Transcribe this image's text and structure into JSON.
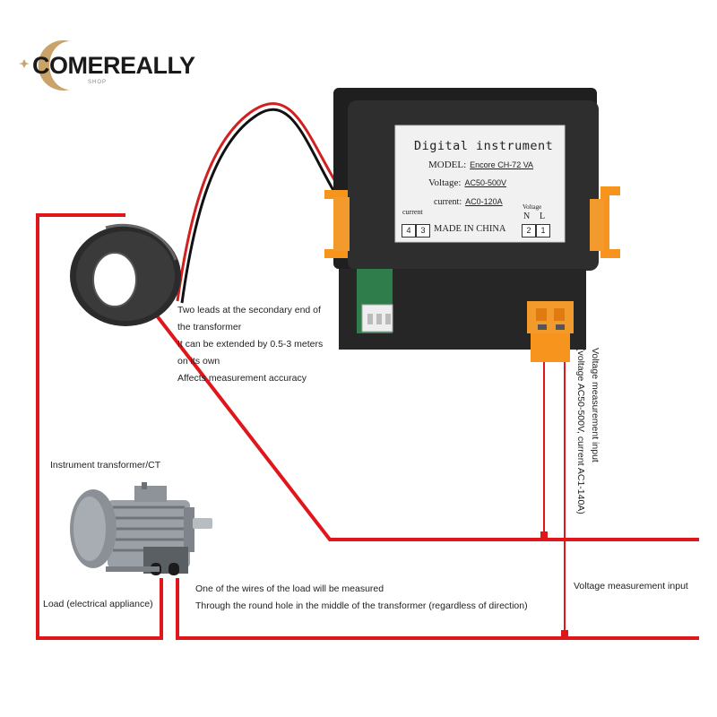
{
  "logo": {
    "brand": "COMEREALLY",
    "sub": "SHOP"
  },
  "nameplate": {
    "title": "Digital instrument",
    "model_label": "MODEL:",
    "model_value": "Encore CH-72 VA",
    "voltage_label": "Voltage:",
    "voltage_value": "AC50-500V",
    "current_label": "current:",
    "current_value": "AC0-120A",
    "made_in": "MADE IN CHINA",
    "current_terminals_label": "current",
    "voltage_terminals_label": "Voltage",
    "n_label": "N",
    "l_label": "L",
    "terminal_4": "4",
    "terminal_3": "3",
    "terminal_2": "2",
    "terminal_1": "1"
  },
  "annotations": {
    "leads_line1": "Two leads at the secondary end of",
    "leads_line2": "the transformer",
    "leads_line3": "It can be extended by 0.5-3 meters",
    "leads_line4": "on its own",
    "leads_line5": "Affects measurement accuracy",
    "ct_label": "Instrument transformer/CT",
    "load_label": "Load (electrical appliance)",
    "wire_line1": "One of the wires of the load will be measured",
    "wire_line2": "Through the round hole in the middle of the transformer (regardless of direction)",
    "voltage_input_label": "Voltage measurement input",
    "vertical_line1": "Voltage measurement input",
    "vertical_line2": "(voltage AC50-500V, current AC1-140A)"
  },
  "colors": {
    "wire_red": "#e0161b",
    "device_body": "#2a2a2a",
    "clip_orange": "#f7941d",
    "logo_gold": "#c9a36a"
  }
}
